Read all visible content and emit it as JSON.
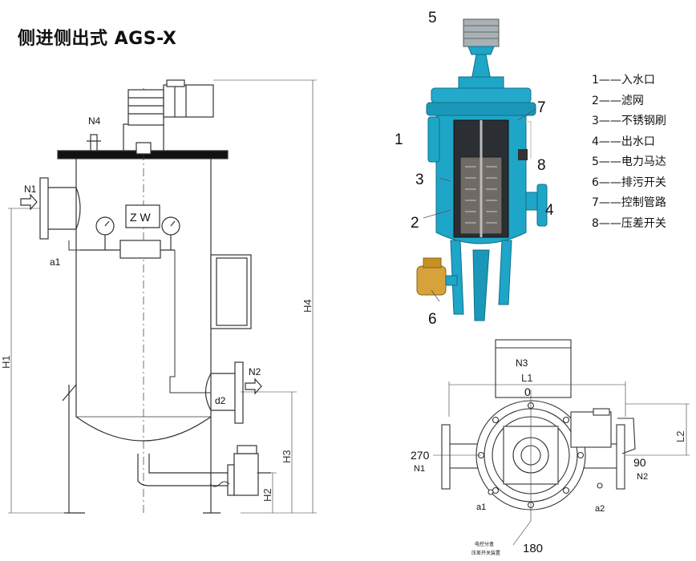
{
  "title": "侧进侧出式 AGS-X",
  "left_drawing": {
    "labels": {
      "n1": "N1",
      "n2": "N2",
      "n4": "N4",
      "a1": "a1",
      "d2": "d2",
      "zw": "Z W",
      "h1": "H1",
      "h2": "H2",
      "h3": "H3",
      "h4": "H4"
    }
  },
  "photo": {
    "callouts": [
      "1",
      "2",
      "3",
      "4",
      "5",
      "6",
      "7",
      "8"
    ],
    "colors": {
      "body": "#1ea6c8",
      "dark": "#0e6f8a",
      "motor": "#9aa3a8",
      "valve": "#d8a23a"
    }
  },
  "legend": [
    {
      "num": "1",
      "dash": "——",
      "text": "入水口"
    },
    {
      "num": "2",
      "dash": "——",
      "text": "滤网"
    },
    {
      "num": "3",
      "dash": "——",
      "text": "不锈钢刷"
    },
    {
      "num": "4",
      "dash": "——",
      "text": "出水口"
    },
    {
      "num": "5",
      "dash": "——",
      "text": "电力马达"
    },
    {
      "num": "6",
      "dash": "——",
      "text": "排污开关"
    },
    {
      "num": "7",
      "dash": "——",
      "text": "控制管路"
    },
    {
      "num": "8",
      "dash": "——",
      "text": "压差开关"
    }
  ],
  "top_view": {
    "labels": {
      "n3": "N3",
      "l1": "L1",
      "zero": "0",
      "l2": "L2",
      "deg270": "270",
      "n1": "N1",
      "deg90": "90",
      "n2": "N2",
      "a1": "a1",
      "a2": "a2",
      "deg180": "180",
      "note1": "电控分盒",
      "note2": "压差开关装置"
    }
  }
}
